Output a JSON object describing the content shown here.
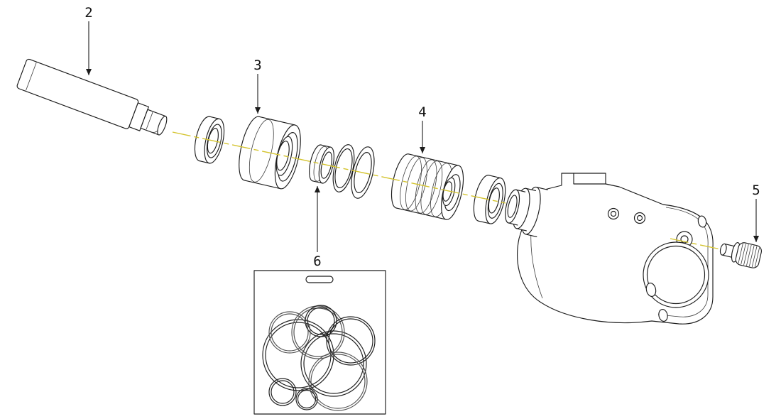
{
  "diagram": {
    "callouts": [
      {
        "label": "2"
      },
      {
        "label": "3"
      },
      {
        "label": "4"
      },
      {
        "label": "5"
      },
      {
        "label": "6"
      }
    ],
    "colors": {
      "background": "#ffffff",
      "line": "#1c1c1c",
      "centerline": "#d4c42f"
    }
  }
}
